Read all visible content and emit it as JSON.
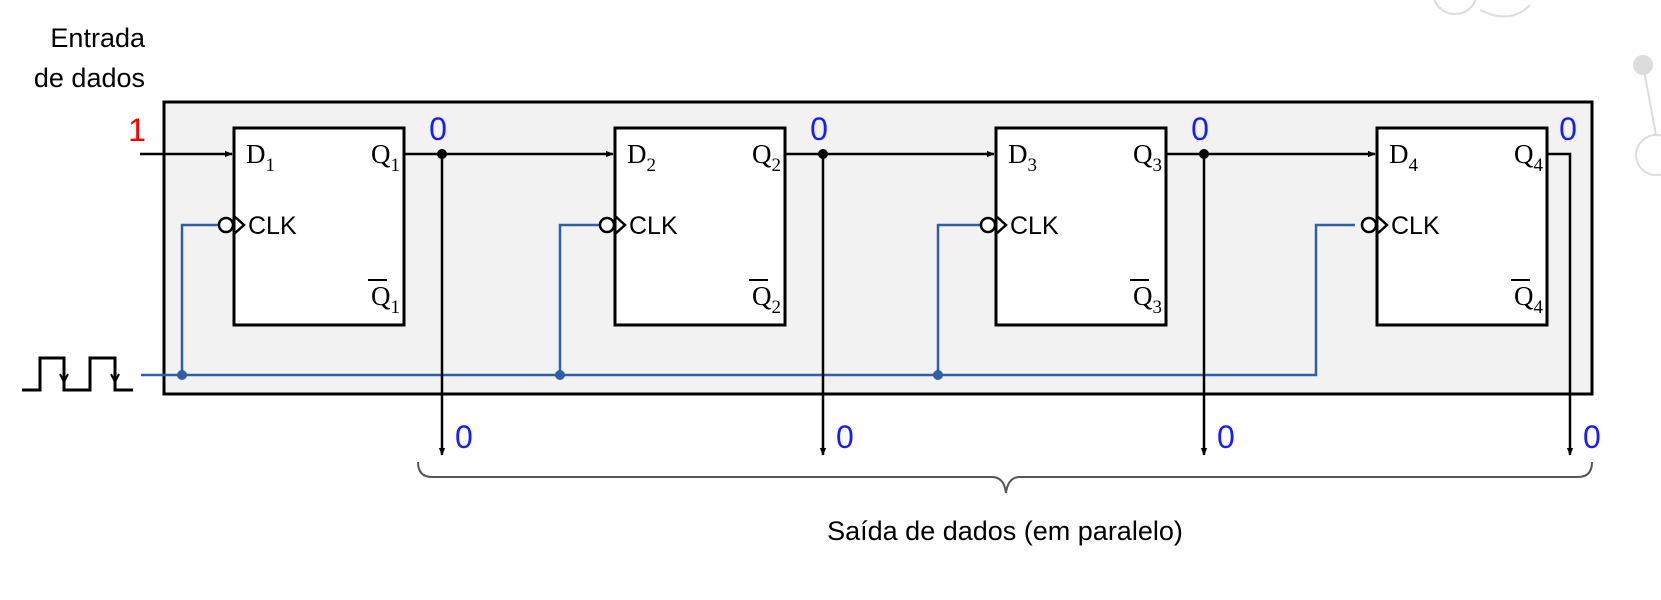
{
  "input_label_line1": "Entrada",
  "input_label_line2": "de dados",
  "input_value": "1",
  "output_caption": "Saída de dados (em paralelo)",
  "colors": {
    "input_value": "#ff0000",
    "bit_value": "#1a1aff",
    "clock_line": "#2f5fa5",
    "register_fill": "#f2f2f2",
    "stroke": "#000000"
  },
  "flip_flops": [
    {
      "d_label": "D",
      "d_sub": "1",
      "q_label": "Q",
      "q_sub": "1",
      "qbar_label": "Q",
      "qbar_sub": "1",
      "clk_label": "CLK",
      "q_value": "0",
      "out_value": "0"
    },
    {
      "d_label": "D",
      "d_sub": "2",
      "q_label": "Q",
      "q_sub": "2",
      "qbar_label": "Q",
      "qbar_sub": "2",
      "clk_label": "CLK",
      "q_value": "0",
      "out_value": "0"
    },
    {
      "d_label": "D",
      "d_sub": "3",
      "q_label": "Q",
      "q_sub": "3",
      "qbar_label": "Q",
      "qbar_sub": "3",
      "clk_label": "CLK",
      "q_value": "0",
      "out_value": "0"
    },
    {
      "d_label": "D",
      "d_sub": "4",
      "q_label": "Q",
      "q_sub": "4",
      "qbar_label": "Q",
      "qbar_sub": "4",
      "clk_label": "CLK",
      "q_value": "0",
      "out_value": "0"
    }
  ]
}
